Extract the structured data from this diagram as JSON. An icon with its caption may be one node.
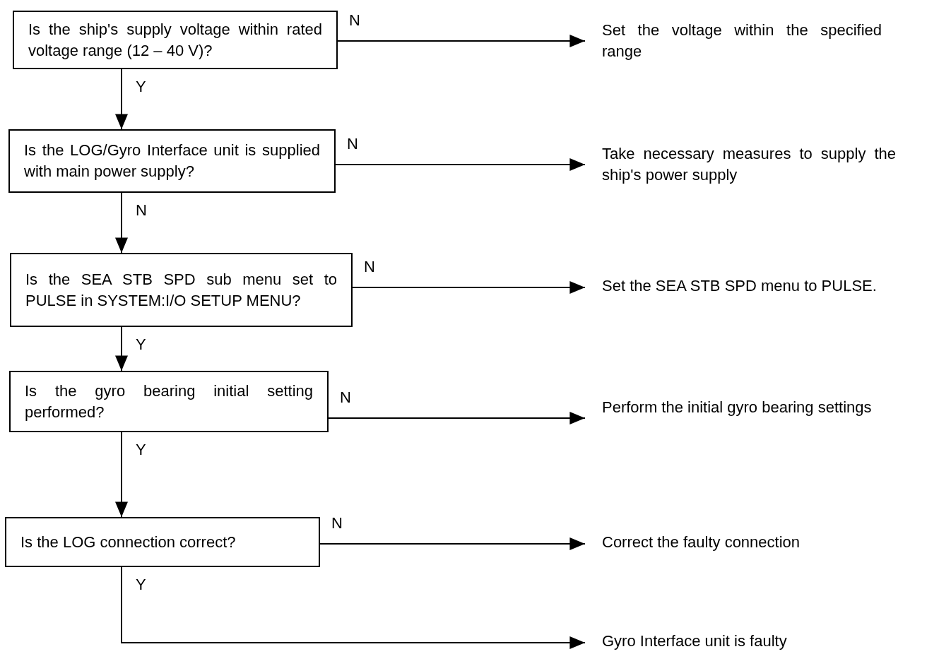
{
  "diagram": {
    "nodes": [
      {
        "text": [
          "Is the ship's supply voltage within rated voltage range (12 – 40 V)?"
        ]
      },
      {
        "text": [
          "Set the voltage within the specified range"
        ]
      },
      {
        "text": [
          "Is the LOG/Gyro Interface unit is supplied with main power supply?"
        ]
      },
      {
        "text": [
          "Take necessary measures to supply the ship's power supply"
        ]
      },
      {
        "text": [
          "Is the SEA STB SPD sub menu set to PULSE in SYSTEM:I/O SETUP MENU?"
        ]
      },
      {
        "text": [
          "Set the SEA STB SPD menu to PULSE."
        ]
      },
      {
        "text": [
          "Is the gyro bearing initial setting performed?"
        ]
      },
      {
        "text": [
          "Perform the initial gyro bearing settings"
        ]
      },
      {
        "text": [
          "Is the LOG connection correct?"
        ]
      },
      {
        "text": [
          "Correct the faulty connection"
        ]
      },
      {
        "text": [
          "Gyro Interface unit is faulty"
        ]
      }
    ],
    "edges": [
      {
        "from": 0,
        "to": 1,
        "arrow": "to",
        "label": "N"
      },
      {
        "from": 0,
        "to": 2,
        "arrow": "to",
        "label": "Y"
      },
      {
        "from": 2,
        "to": 3,
        "arrow": "to",
        "label": "N"
      },
      {
        "from": 2,
        "to": 4,
        "arrow": "to",
        "label": "N"
      },
      {
        "from": 4,
        "to": 5,
        "arrow": "to",
        "label": "N"
      },
      {
        "from": 4,
        "to": 6,
        "arrow": "to",
        "label": "Y"
      },
      {
        "from": 6,
        "to": 7,
        "arrow": "to",
        "label": "N"
      },
      {
        "from": 6,
        "to": 8,
        "arrow": "to",
        "label": "Y"
      },
      {
        "from": 8,
        "to": 9,
        "arrow": "to",
        "label": "N"
      },
      {
        "from": 8,
        "to": 10,
        "arrow": "to",
        "label": "Y"
      }
    ]
  }
}
